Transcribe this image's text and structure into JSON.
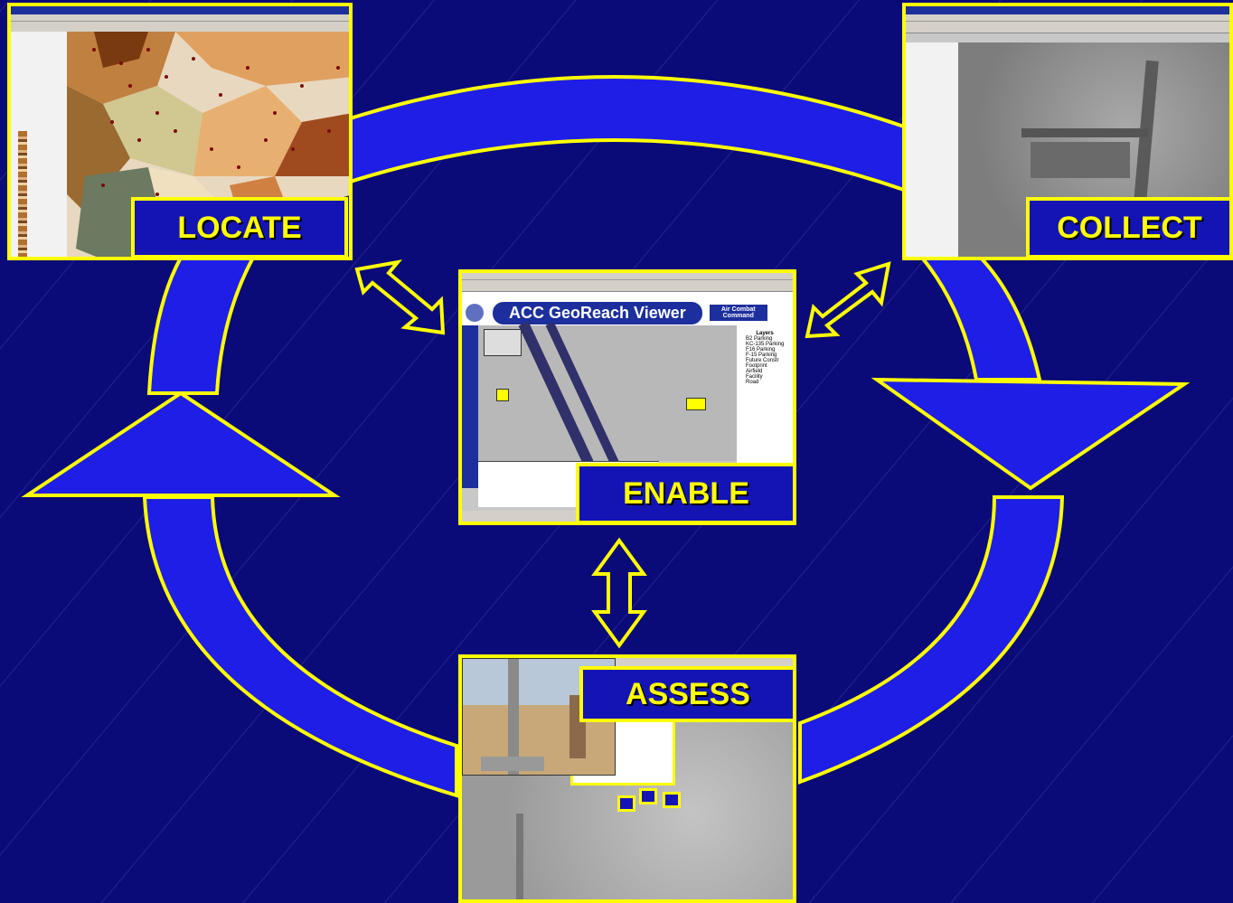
{
  "stages": {
    "locate": "LOCATE",
    "collect": "COLLECT",
    "enable": "ENABLE",
    "assess": "ASSESS"
  },
  "viewer": {
    "title": "ACC GeoReach Viewer",
    "org": "Air Combat Command",
    "layers_heading": "Layers",
    "layers": [
      "B2 Parking",
      "KC-135 Parking",
      "F16 Parking",
      "F-15 Parking",
      "Future Constr",
      "Footprint",
      "Airfield",
      "Facility",
      "Road"
    ]
  },
  "colors": {
    "background": "#0a0a78",
    "arrow_fill": "#1e1ee6",
    "outline": "#ffff00",
    "label_text": "#ffff00",
    "label_bg": "#1414b4"
  }
}
